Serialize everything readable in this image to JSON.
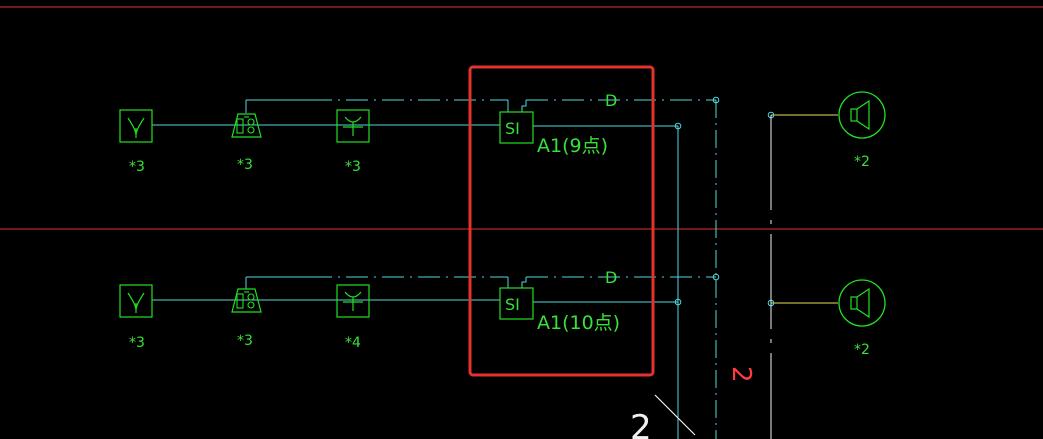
{
  "colors": {
    "background": "#000000",
    "wire": "#4fd8e0",
    "symbol": "#22e022",
    "text_green": "#39e039",
    "border_red": "#e23030",
    "highlight_box": "#e5322d",
    "speaker_line": "#e8e05a",
    "annotation_red": "#ff3b3b",
    "annotation_white": "#f0f0f0"
  },
  "rows": [
    {
      "devices": [
        {
          "icon": "smoke-detector-icon",
          "count": "*3"
        },
        {
          "icon": "manual-call-point-icon",
          "count": "*3"
        },
        {
          "icon": "heat-detector-icon",
          "count": "*3"
        }
      ],
      "module": {
        "label": "SI",
        "dashed_tag": "D",
        "caption": "A1(9点)"
      },
      "speaker": {
        "icon": "speaker-icon",
        "count": "*2"
      }
    },
    {
      "devices": [
        {
          "icon": "smoke-detector-icon",
          "count": "*3"
        },
        {
          "icon": "manual-call-point-icon",
          "count": "*3"
        },
        {
          "icon": "heat-detector-icon",
          "count": "*4"
        }
      ],
      "module": {
        "label": "SI",
        "dashed_tag": "D",
        "caption": "A1(10点)"
      },
      "speaker": {
        "icon": "speaker-icon",
        "count": "*2"
      }
    }
  ],
  "annotations": {
    "vertical_number": "2",
    "bottom_number": "2"
  }
}
